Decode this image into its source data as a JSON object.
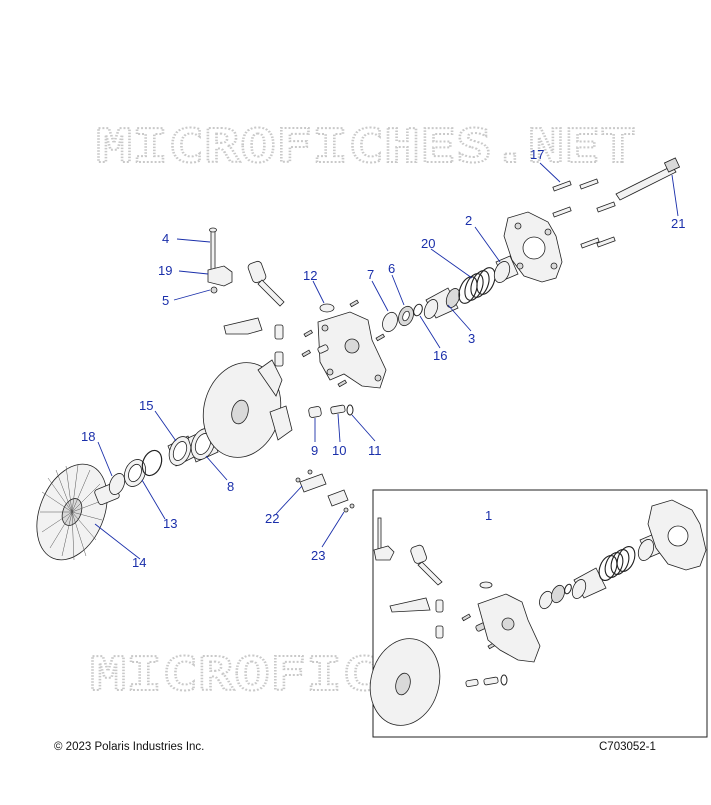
{
  "watermark": "MICROFICHES.NET",
  "copyright": "© 2023 Polaris Industries Inc.",
  "drawing_id": "C703052-1",
  "callouts": {
    "c1": "1",
    "c2": "2",
    "c3": "3",
    "c4": "4",
    "c5": "5",
    "c6": "6",
    "c7": "7",
    "c8": "8",
    "c9": "9",
    "c10": "10",
    "c11": "11",
    "c12": "12",
    "c13": "13",
    "c14": "14",
    "c15": "15",
    "c16": "16",
    "c17": "17",
    "c18": "18",
    "c19": "19",
    "c20": "20",
    "c21": "21",
    "c22": "22",
    "c23": "23"
  }
}
